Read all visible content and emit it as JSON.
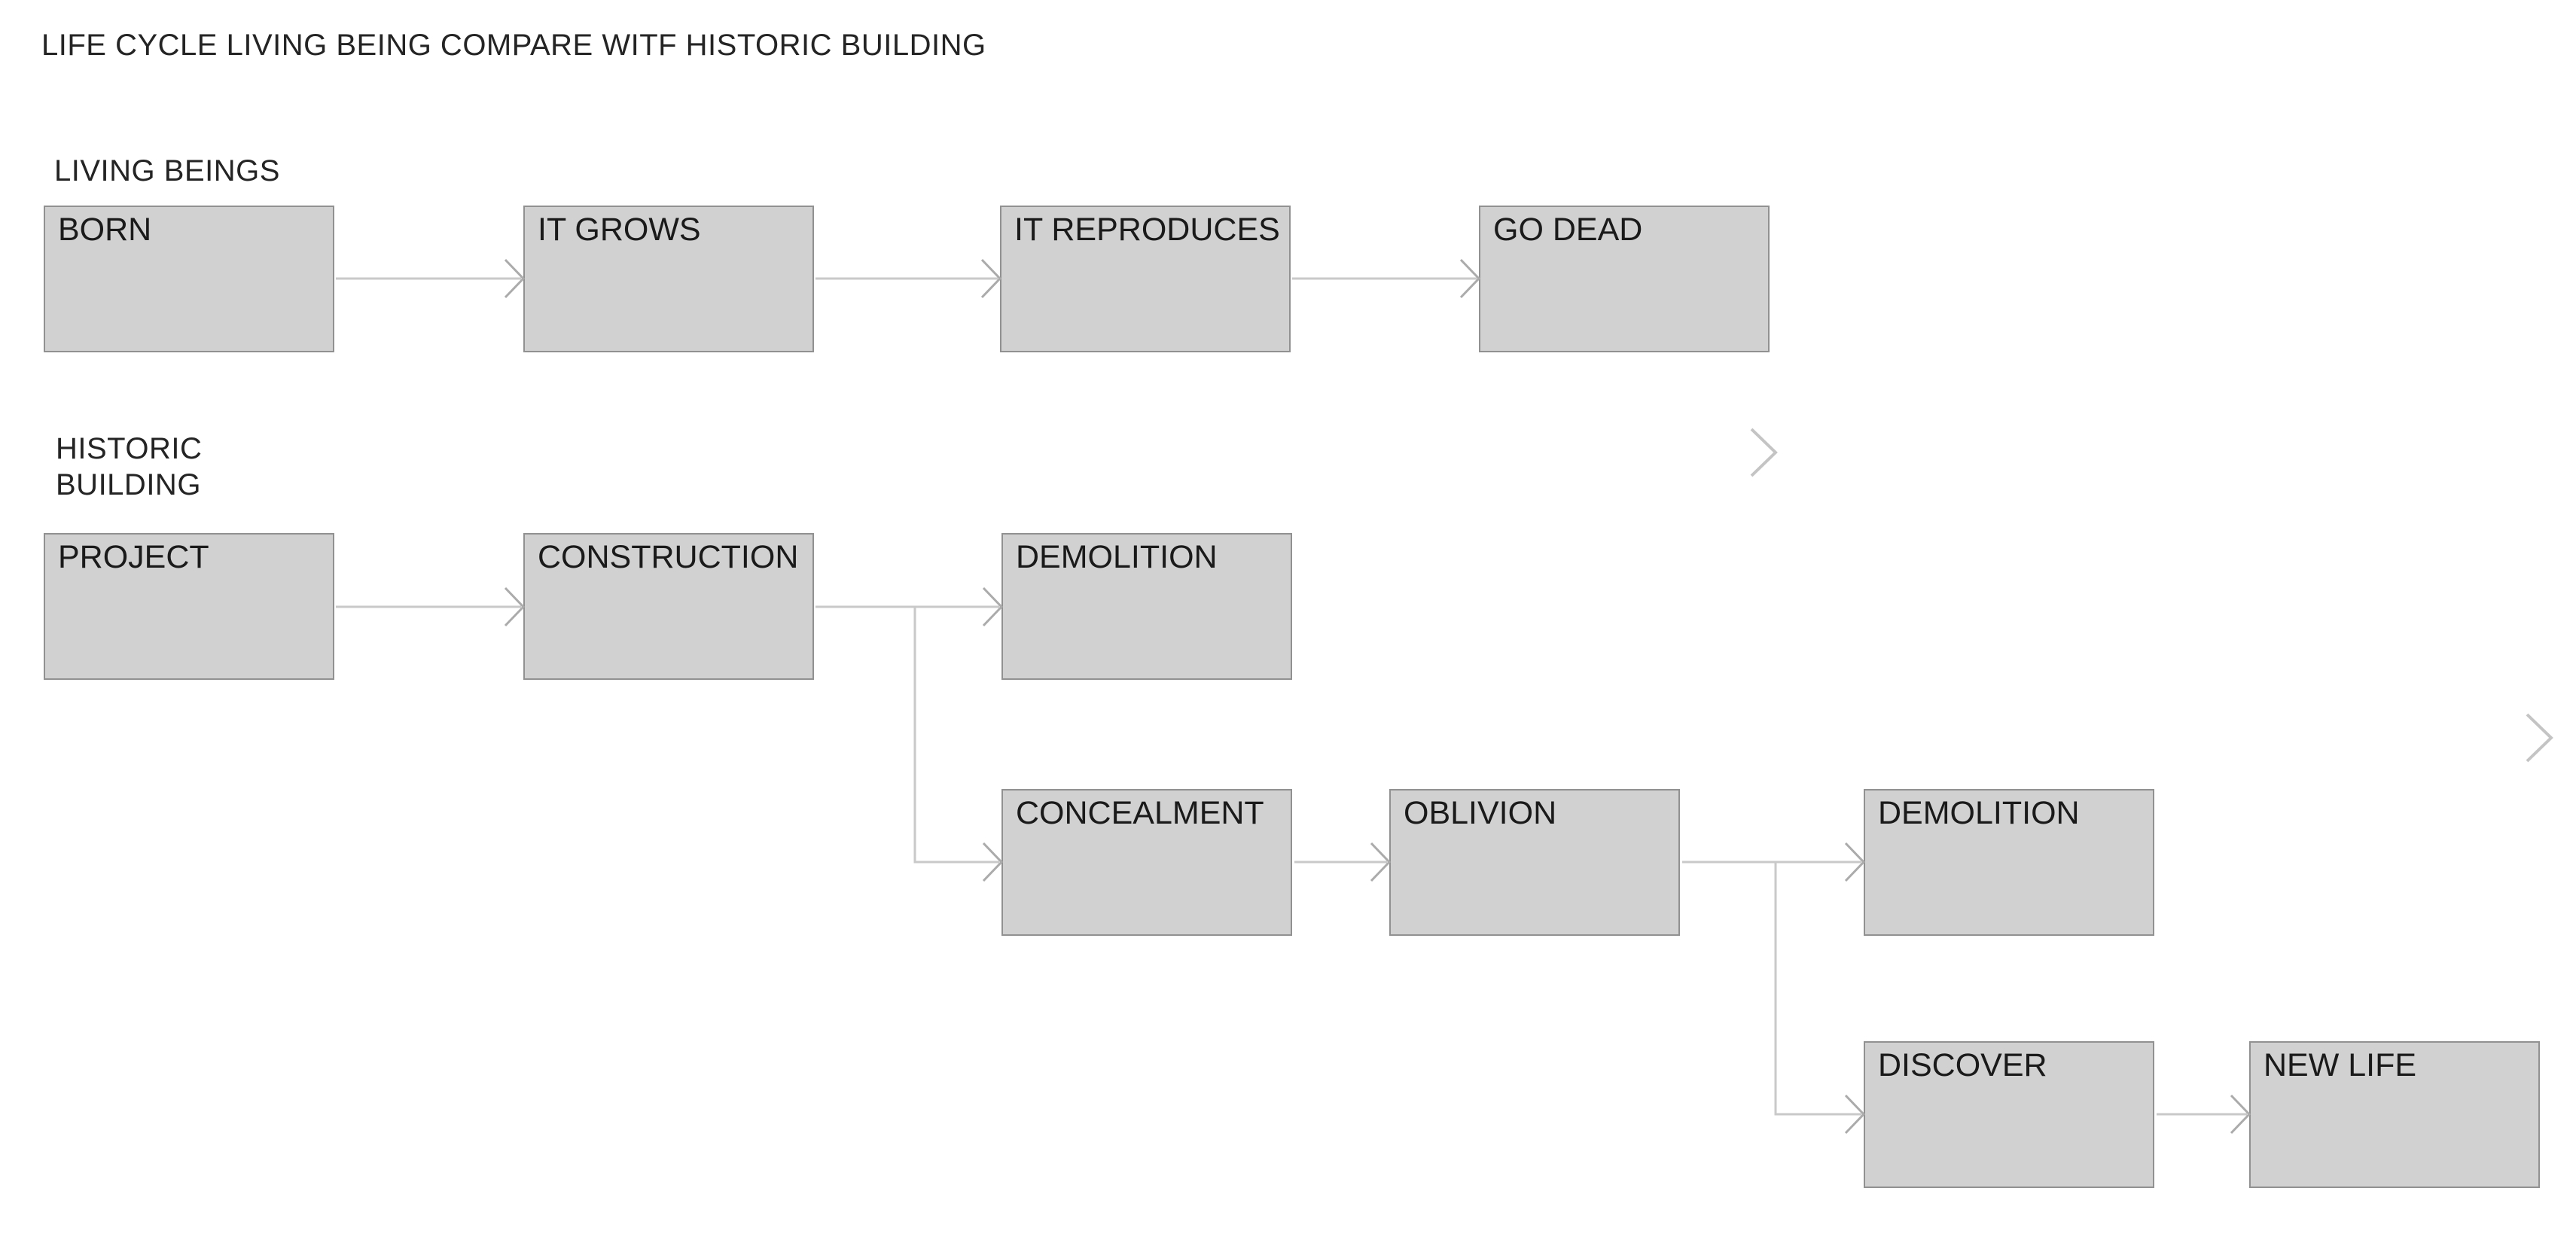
{
  "title": "LIFE CYCLE LIVING BEING COMPARE WITF HISTORIC BUILDING",
  "sections": {
    "living_beings": {
      "label": "LIVING BEINGS",
      "nodes": {
        "born": {
          "label": "BORN"
        },
        "it_grows": {
          "label": "IT GROWS"
        },
        "it_reproduces": {
          "label": "IT REPRODUCES"
        },
        "go_dead": {
          "label": "GO DEAD"
        }
      }
    },
    "historic_building": {
      "label": "HISTORIC BUILDING",
      "label_lines": [
        "HISTORIC",
        "BUILDING"
      ],
      "nodes": {
        "project": {
          "label": "PROJECT"
        },
        "construction": {
          "label": "CONSTRUCTION"
        },
        "demolition_direct": {
          "label": "DEMOLITION"
        },
        "concealment": {
          "label": "CONCEALMENT"
        },
        "oblivion": {
          "label": "OBLIVION"
        },
        "demolition_after_oblivion": {
          "label": "DEMOLITION"
        },
        "discover": {
          "label": "DISCOVER"
        },
        "new_life": {
          "label": "NEW LIFE"
        }
      }
    }
  },
  "edges": [
    {
      "from": "born",
      "to": "it_grows"
    },
    {
      "from": "it_grows",
      "to": "it_reproduces"
    },
    {
      "from": "it_reproduces",
      "to": "go_dead"
    },
    {
      "from": "project",
      "to": "construction"
    },
    {
      "from": "construction",
      "to": "demolition_direct"
    },
    {
      "from": "construction",
      "to": "concealment"
    },
    {
      "from": "concealment",
      "to": "oblivion"
    },
    {
      "from": "oblivion",
      "to": "demolition_after_oblivion"
    },
    {
      "from": "oblivion",
      "to": "discover"
    },
    {
      "from": "discover",
      "to": "new_life"
    }
  ],
  "icons": {
    "stray_chevron_below_go_dead": "chevron-right",
    "stray_chevron_right_edge": "chevron-right"
  },
  "colors": {
    "background": "#ffffff",
    "box_fill": "#d1d1d1",
    "box_border": "#919191",
    "text": "#1a1a1a",
    "connector_line": "#c9c9c9",
    "arrowhead": "#ababab"
  }
}
